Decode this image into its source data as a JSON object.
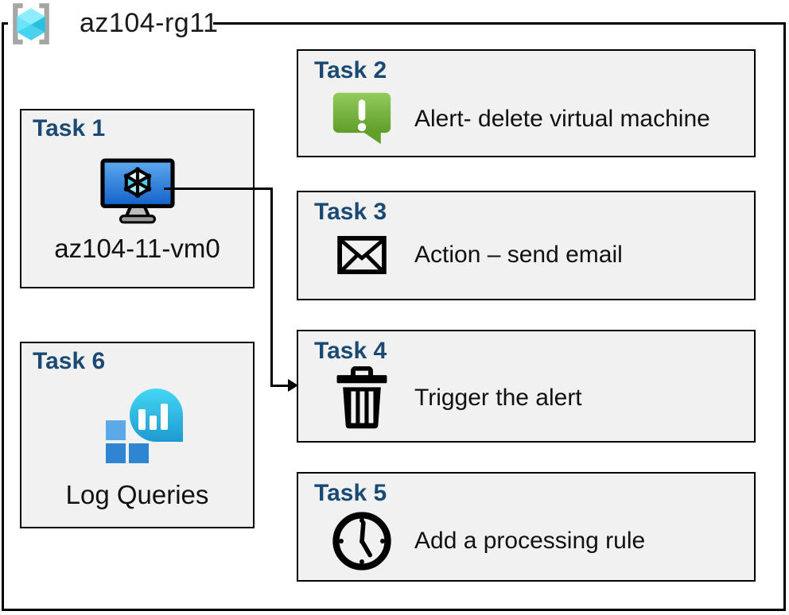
{
  "diagram": {
    "title": "az104-rg11",
    "title_icon": "resource-group-icon",
    "colors": {
      "task_header_blue": "#1a4a74",
      "box_fill": "#f1f1f1",
      "box_border": "#000000",
      "alert_green_top": "#92cc5d",
      "alert_green_bottom": "#5f9d28",
      "vm_screen_blue_top": "#5ea9ef",
      "vm_screen_blue_bottom": "#1162c9",
      "log_bubble_teal_top": "#44d7f3",
      "log_bubble_teal_bottom": "#1d9ad0",
      "log_square_light_blue": "#5ca9e9",
      "log_square_blue": "#2e86d3",
      "rg_cube_cyan": "#45d5f0"
    },
    "tasks": [
      {
        "id": "task-1",
        "header": "Task 1",
        "label": "az104-11-vm0",
        "icon": "virtual-machine-icon"
      },
      {
        "id": "task-2",
        "header": "Task 2",
        "label": "Alert- delete virtual machine",
        "icon": "alert-message-icon"
      },
      {
        "id": "task-3",
        "header": "Task 3",
        "label": "Action – send email",
        "icon": "email-envelope-icon"
      },
      {
        "id": "task-4",
        "header": "Task 4",
        "label": "Trigger the alert",
        "icon": "trash-can-icon"
      },
      {
        "id": "task-5",
        "header": "Task 5",
        "label": "Add a processing rule",
        "icon": "clock-icon"
      },
      {
        "id": "task-6",
        "header": "Task 6",
        "label": "Log Queries",
        "icon": "log-analytics-icon"
      }
    ],
    "connector": {
      "from": "task-1",
      "to": "task-4",
      "style": "elbow-arrow"
    }
  }
}
